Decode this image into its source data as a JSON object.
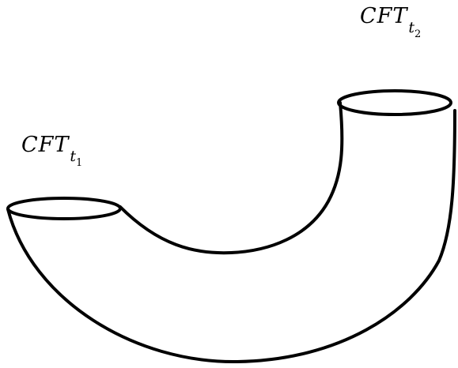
{
  "labels": {
    "boundary_1": {
      "base": "CFT",
      "sub": "t",
      "subsub": "1"
    },
    "boundary_2": {
      "base": "CFT",
      "sub": "t",
      "subsub": "2"
    }
  },
  "colors": {
    "stroke": "#000000",
    "background": "#ffffff"
  }
}
